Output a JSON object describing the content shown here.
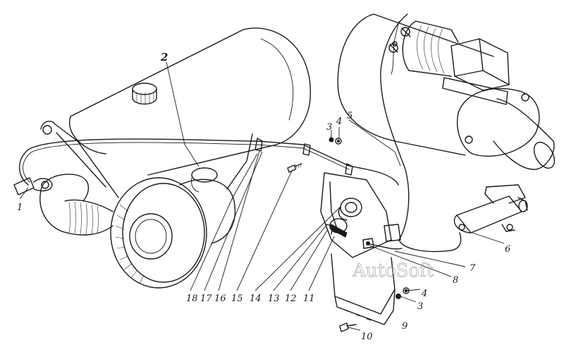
{
  "watermark": "AutoSoft",
  "callouts": {
    "c1": "1",
    "c2": "2",
    "c3a": "3",
    "c4a": "4",
    "c5": "5",
    "c6": "6",
    "c7": "7",
    "c8": "8",
    "c9": "9",
    "c10": "10",
    "c4b": "4",
    "c3b": "3",
    "c11": "11",
    "c12": "12",
    "c13": "13",
    "c14": "14",
    "c15": "15",
    "c16": "16",
    "c17": "17",
    "c18": "18"
  }
}
